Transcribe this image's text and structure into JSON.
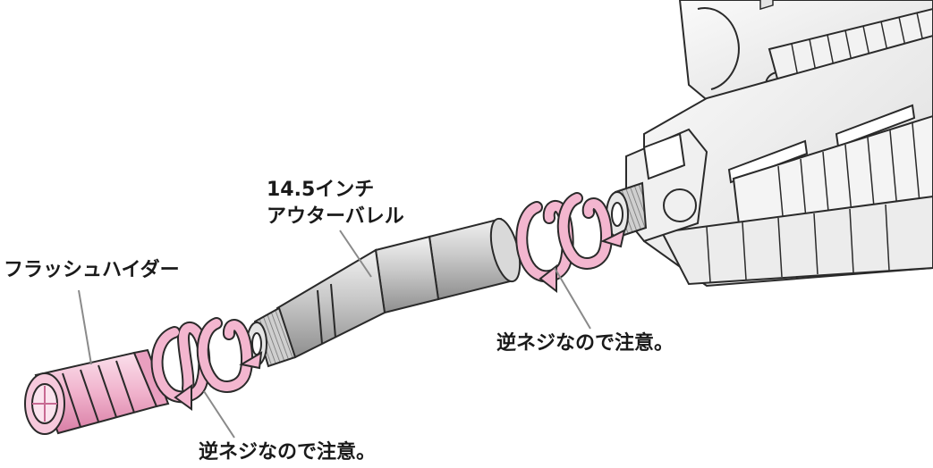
{
  "labels": {
    "barrel_line1": "14.5インチ",
    "barrel_line2": "アウターバレル",
    "flash_hider": "フラッシュハイダー",
    "reverse_thread_right": "逆ネジなので注意。",
    "reverse_thread_left": "逆ネジなので注意。"
  },
  "colors": {
    "outline": "#2a2a2a",
    "metal": "#d6d6d6",
    "metal_dark": "#a9a9a9",
    "pink": "#f2b8cf",
    "pink_dark": "#c86a93",
    "body_fill": "#efefef"
  }
}
